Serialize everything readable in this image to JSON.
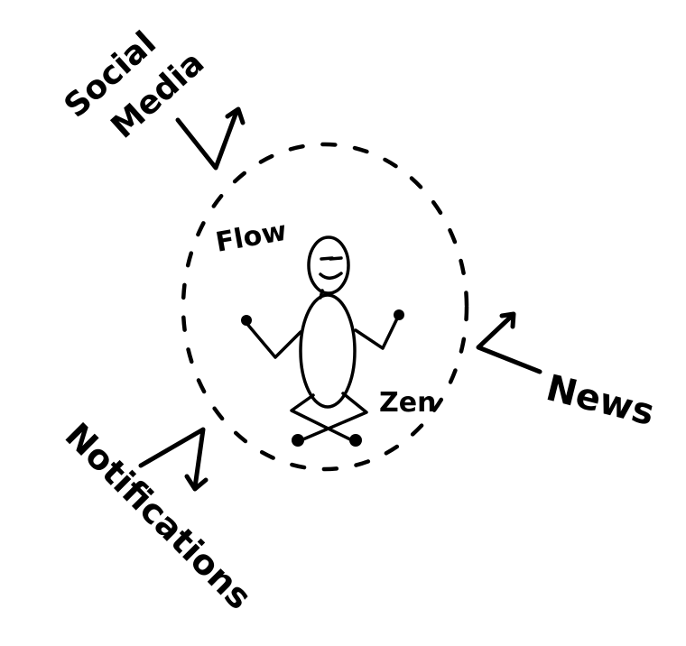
{
  "labels": {
    "social_word1": "Social",
    "social_word2": "Media",
    "flow": "Flow",
    "zen": "Zen",
    "news": "News",
    "notifications": "Notifications"
  },
  "colors": {
    "ink": "#000000",
    "paper": "#ffffff"
  },
  "icons": {
    "figure": "meditating-person-icon"
  }
}
